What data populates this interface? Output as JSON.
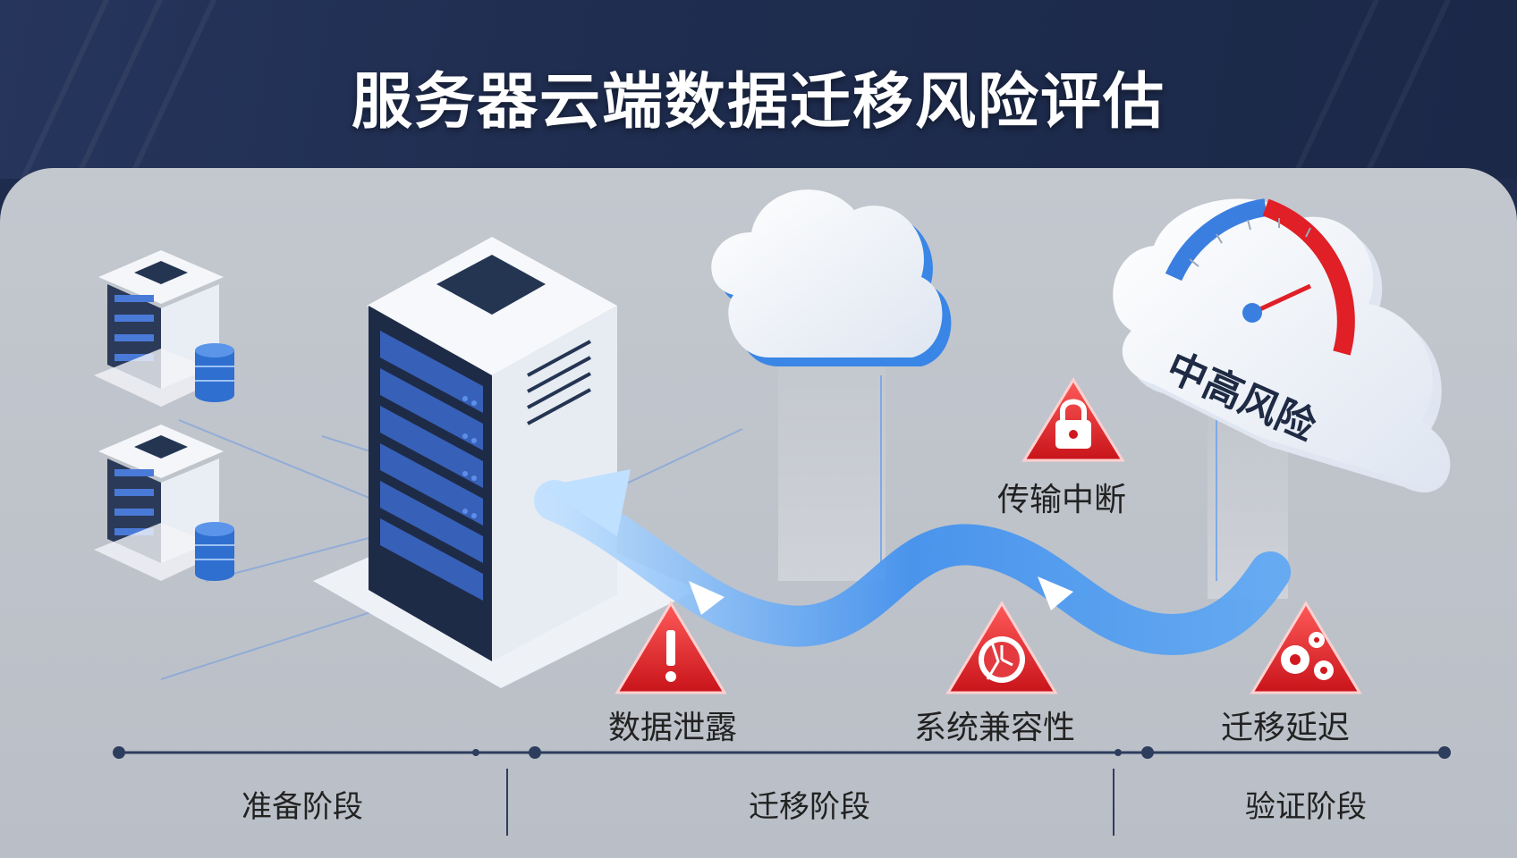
{
  "title": "服务器云端数据迁移风险评估",
  "risk_gauge": {
    "label": "中高风险"
  },
  "risks": [
    {
      "label": "传输中断",
      "icon": "lock-warning-icon"
    },
    {
      "label": "数据泄露",
      "icon": "exclamation-warning-icon"
    },
    {
      "label": "系统兼容性",
      "icon": "broken-clock-warning-icon"
    },
    {
      "label": "迁移延迟",
      "icon": "gears-warning-icon"
    }
  ],
  "phases": [
    {
      "label": "准备阶段"
    },
    {
      "label": "迁移阶段"
    },
    {
      "label": "验证阶段"
    }
  ],
  "colors": {
    "header": "#1f2d50",
    "panel": "#bfc3ca",
    "flow": "#3a8ef0",
    "warning": "#e8262b",
    "gauge_low": "#3a7fe0",
    "gauge_high": "#e01f26"
  }
}
